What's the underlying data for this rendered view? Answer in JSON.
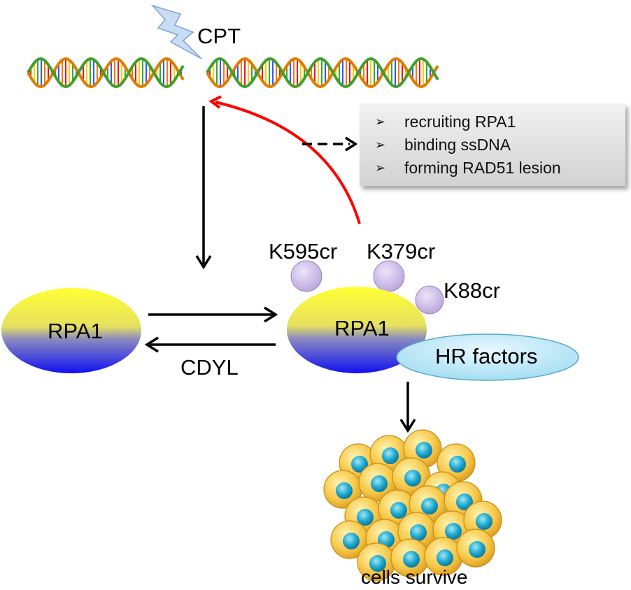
{
  "stimulus": {
    "label": "CPT"
  },
  "info_box": {
    "bullets": [
      "recruiting RPA1",
      "binding ssDNA",
      "forming RAD51 lesion"
    ]
  },
  "rpa_left": {
    "label": "RPA1"
  },
  "rpa_right": {
    "label": "RPA1"
  },
  "modifications": [
    "K595cr",
    "K379cr",
    "K88cr"
  ],
  "cdyl": {
    "label": "CDYL"
  },
  "hr_factors": {
    "label": "HR factors"
  },
  "outcome": {
    "label": "cells survive"
  },
  "colors": {
    "arrow": "#000000",
    "feedback_arrow": "#ff0000",
    "rpa_top": "#ffff33",
    "rpa_bottom": "#0000ff",
    "crotonyl": "#c9b7e6",
    "hr_fill": "#bfe9f7",
    "cell_outer": "#f5c242",
    "cell_nucleus": "#1aa3c8",
    "lightning": "#bcd4f0"
  }
}
